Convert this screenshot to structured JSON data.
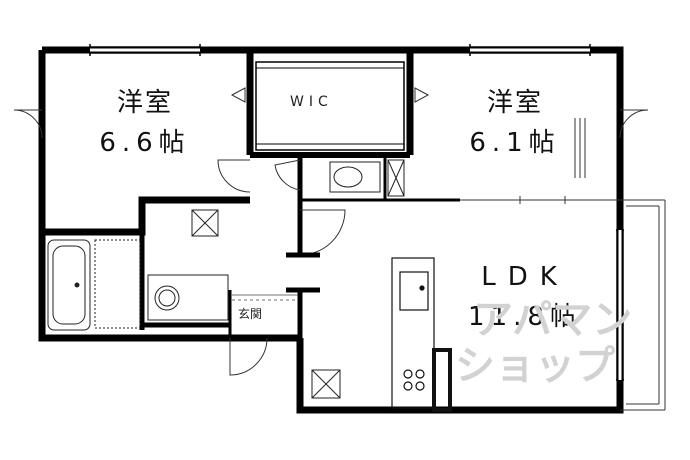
{
  "rooms": {
    "bedroom_left": {
      "name": "洋室",
      "size": "6.6帖"
    },
    "bedroom_right": {
      "name": "洋室",
      "size": "6.1帖"
    },
    "ldk": {
      "name": "LDK",
      "size": "11.8帖"
    },
    "wic": {
      "name": "WIC"
    },
    "entrance": {
      "name": "玄関"
    }
  },
  "watermark": {
    "line1": "アパマン",
    "line2": "ショップ"
  },
  "colors": {
    "wall": "#000000",
    "line": "#333333",
    "watermark": "#d2d2d2"
  }
}
